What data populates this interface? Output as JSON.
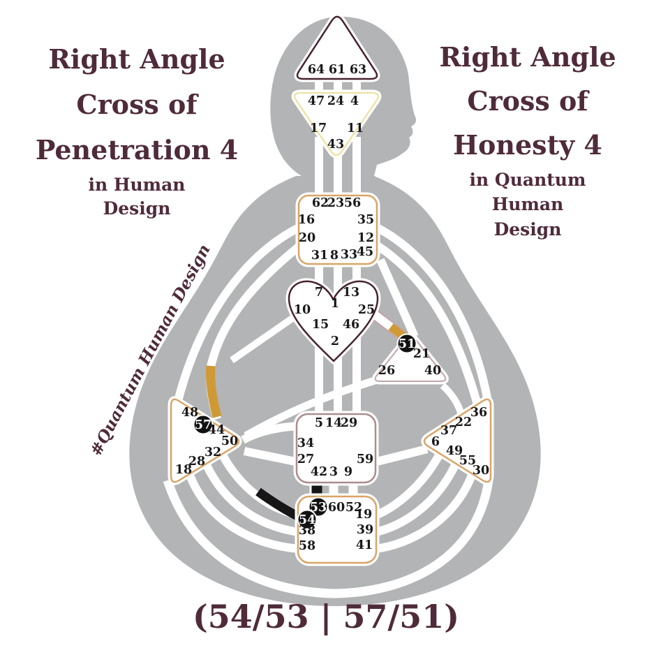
{
  "left_title": {
    "line1": "Right Angle",
    "line2": "Cross of",
    "line3": "Penetration 4",
    "sub1": "in Human",
    "sub2": "Design"
  },
  "right_title": {
    "line1": "Right Angle",
    "line2": "Cross of",
    "line3": "Honesty 4",
    "sub1": "in Quantum",
    "sub2": "Human",
    "sub3": "Design"
  },
  "watermark": "#Quantum Human Design",
  "cross_notation": "(54/53 | 57/51)",
  "bodygraph": {
    "type": "human-design-bodygraph",
    "highlighted_gates": [
      "51",
      "57",
      "53",
      "54"
    ],
    "highlight_style": "black circle with white numeral",
    "gold_channel_segments": [
      "toward gate 57",
      "toward gate 51"
    ],
    "black_channel_segments": [
      "toward gate 54",
      "toward gate 53"
    ],
    "centers": {
      "head": {
        "shape": "triangle-up",
        "border": "#47222f",
        "gates": [
          "64",
          "61",
          "63"
        ]
      },
      "ajna": {
        "shape": "triangle-down",
        "border": "#efe3ab",
        "gates": [
          "47",
          "24",
          "4",
          "17",
          "11",
          "43"
        ]
      },
      "throat": {
        "shape": "rounded-square",
        "border": "#d9a467",
        "gates": [
          "62",
          "23",
          "56",
          "16",
          "35",
          "20",
          "12",
          "45",
          "31",
          "8",
          "33"
        ]
      },
      "g_center": {
        "shape": "heart",
        "border": "#47222f",
        "gates": [
          "7",
          "13",
          "1",
          "10",
          "25",
          "15",
          "46",
          "2"
        ]
      },
      "will": {
        "shape": "triangle-up",
        "border": "#c2a4aa",
        "gates": [
          "51",
          "21",
          "26",
          "40"
        ]
      },
      "spleen": {
        "shape": "triangle-right",
        "border": "#d9a467",
        "gates": [
          "48",
          "57",
          "44",
          "50",
          "32",
          "28",
          "18"
        ]
      },
      "solar_plexus": {
        "shape": "triangle-left",
        "border": "#d9a467",
        "gates": [
          "36",
          "22",
          "37",
          "6",
          "49",
          "55",
          "30"
        ]
      },
      "sacral": {
        "shape": "rounded-square",
        "border": "#aa8d8d",
        "gates": [
          "5",
          "14",
          "29",
          "34",
          "27",
          "59",
          "42",
          "3",
          "9"
        ]
      },
      "root": {
        "shape": "rounded-square",
        "border": "#d9a467",
        "gates": [
          "53",
          "60",
          "52",
          "54",
          "19",
          "38",
          "39",
          "58",
          "41"
        ]
      }
    }
  },
  "colors": {
    "title_maroon": "#4f2b3a",
    "silhouette_gray": "#b3b4b6",
    "channel_white": "#ffffff",
    "activation_gold": "#cf9a36",
    "activation_black": "#161616",
    "gate_number": "#181818"
  }
}
